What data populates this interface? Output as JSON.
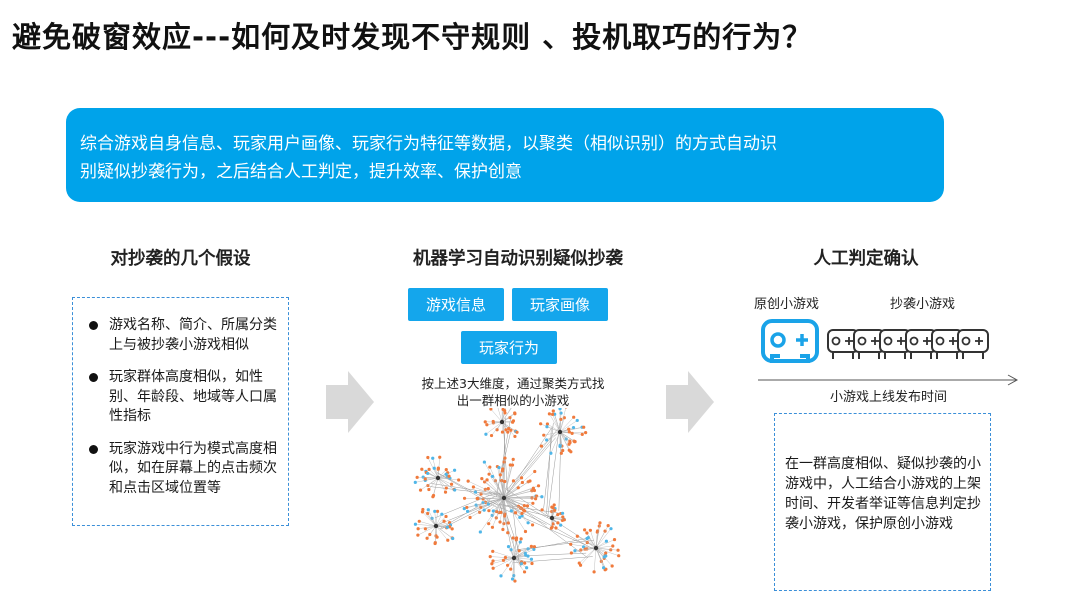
{
  "title": "避免破窗效应---如何及时发现不守规则 、投机取巧的行为？",
  "banner": {
    "line1": "综合游戏自身信息、玩家用户画像、玩家行为特征等数据，以聚类（相似识别）的方式自动识",
    "line2": "别疑似抄袭行为，之后结合人工判定，提升效率、保护创意"
  },
  "assumptions": {
    "heading": "对抄袭的几个假设",
    "items": [
      "游戏名称、简介、所属分类上与被抄袭小游戏相似",
      "玩家群体高度相似，如性别、年龄段、地域等人口属性指标",
      "玩家游戏中行为模式高度相似，如在屏幕上的点击频次和点击区域位置等"
    ]
  },
  "ml": {
    "heading": "机器学习自动识别疑似抄袭",
    "tags": [
      "游戏信息",
      "玩家画像",
      "玩家行为"
    ],
    "caption_line1": "按上述3大维度，通过聚类方式找",
    "caption_line2": "出一群相似的小游戏",
    "graph_icon": "cluster-network-graph"
  },
  "manual": {
    "heading": "人工判定确认",
    "original_label": "原创小游戏",
    "copy_label": "抄袭小游戏",
    "timeline_label": "小游戏上线发布时间",
    "description": "在一群高度相似、疑似抄袭的小游戏中，人工结合小游戏的上架时间、开发者举证等信息判定抄袭小游戏，保护原创小游戏",
    "original_icon": "gamepad-icon",
    "copy_icon": "gamepad-outline-icon"
  },
  "colors": {
    "accent": "#00a3ea",
    "tag": "#14a6ec",
    "dashed_border": "#3b8fd8",
    "arrow": "#d9d9d9",
    "node_orange": "#f07a3c",
    "node_blue": "#4fb6e8"
  }
}
